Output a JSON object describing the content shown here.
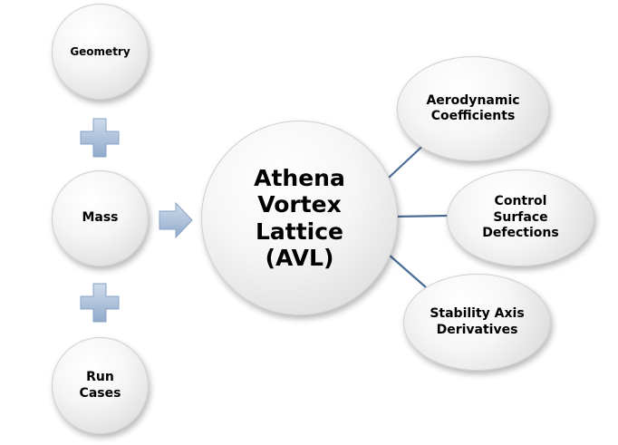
{
  "diagram": {
    "inputs": {
      "geometry": "Geometry",
      "mass": "Mass",
      "run_cases": "Run\nCases"
    },
    "center": "Athena\nVortex\nLattice\n(AVL)",
    "outputs": {
      "aerodynamic_coefficients": "Aerodynamic\nCoefficients",
      "control_surface_defections": "Control\nSurface\nDefections",
      "stability_axis_derivatives": "Stability Axis\nDerivatives"
    },
    "colors": {
      "connector": "#4a6d96",
      "plus_fill": "#a8bfdb",
      "arrow_fill": "#a8bfdb"
    },
    "icons": {
      "plus": "plus-icon",
      "arrow": "arrow-right-icon"
    }
  }
}
